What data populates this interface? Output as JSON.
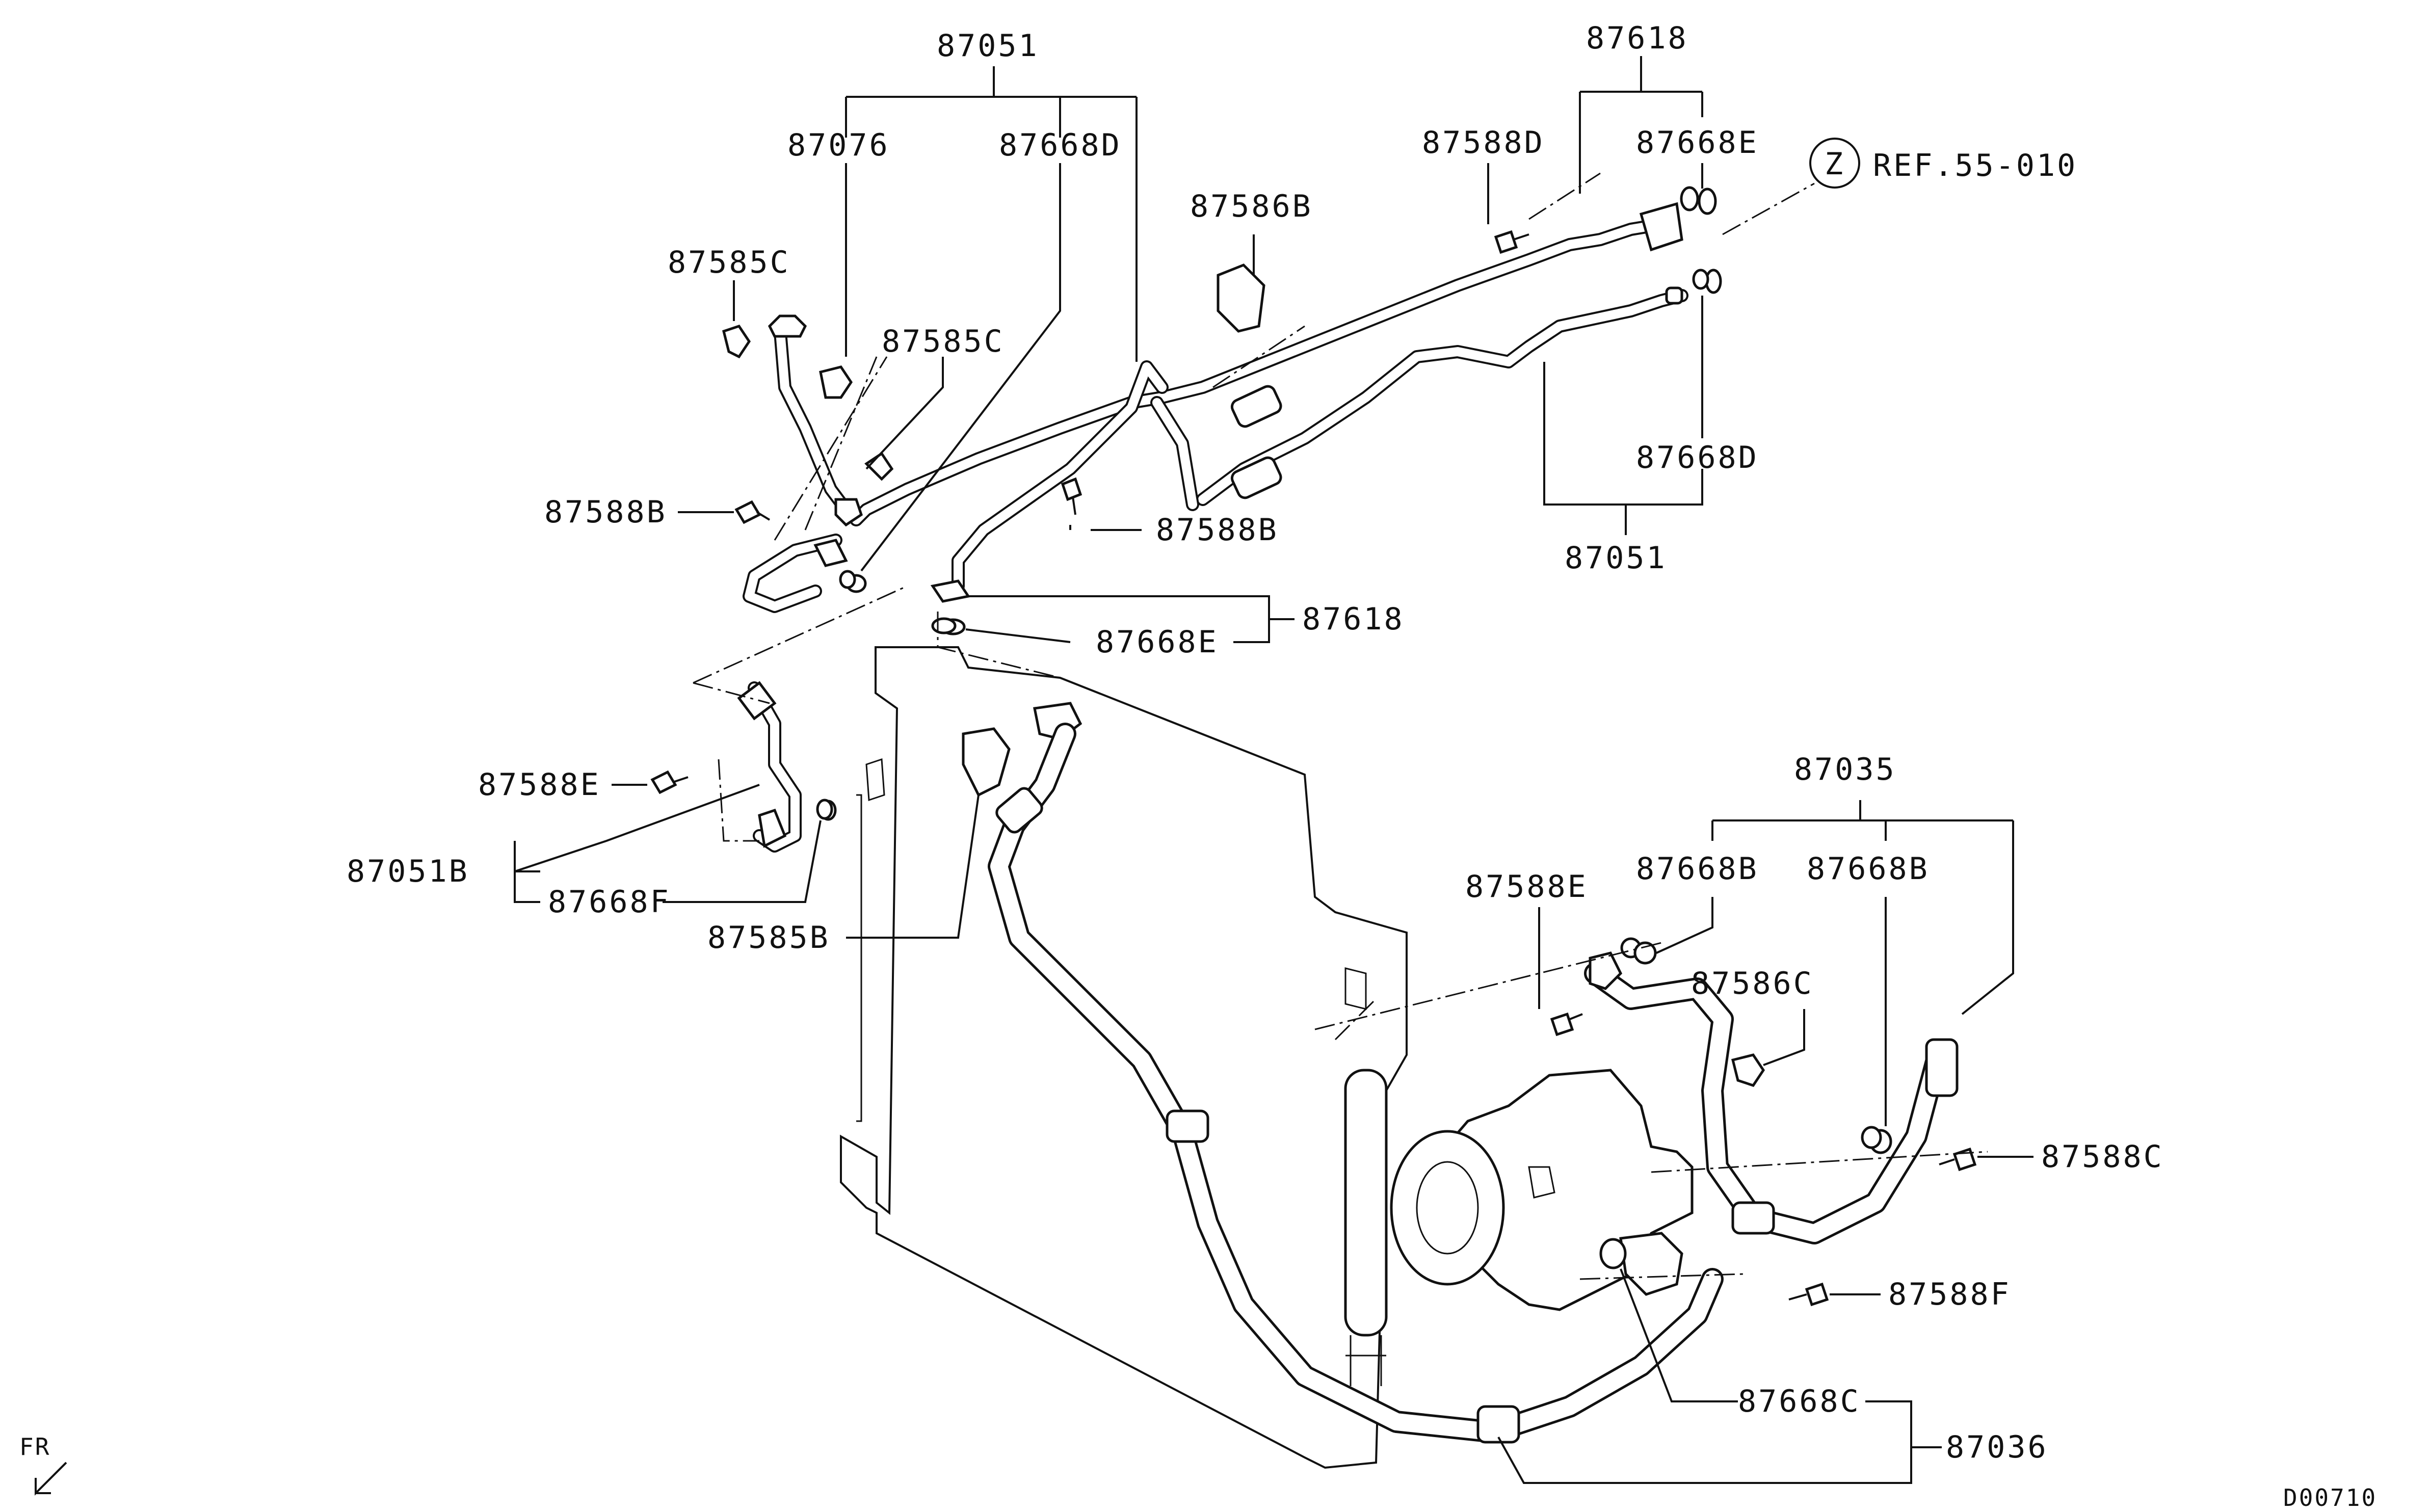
{
  "callouts": {
    "top_group": "87051",
    "p87076": "87076",
    "p87668D_upper": "87668D",
    "p87585C_left": "87585C",
    "p87585C_mid": "87585C",
    "p87588B_left": "87588B",
    "p87588B_right": "87588B",
    "p87586B": "87586B",
    "p87618_top": "87618",
    "p87588D": "87588D",
    "p87668E_top": "87668E",
    "ref_circle": "Z",
    "ref_text": "REF.55-010",
    "p87668D_right": "87668D",
    "p87051_right": "87051",
    "p87618_mid": "87618",
    "p87668E_mid": "87668E",
    "p87588E_left": "87588E",
    "p87051B": "87051B",
    "p87668F": "87668F",
    "p87585B": "87585B",
    "p87035": "87035",
    "p87588E_right": "87588E",
    "p87668B_left": "87668B",
    "p87668B_right": "87668B",
    "p87586C": "87586C",
    "p87588C": "87588C",
    "p87588F": "87588F",
    "p87668C": "87668C",
    "p87036": "87036",
    "fr_label": "FR",
    "diagram_code": "D00710"
  }
}
